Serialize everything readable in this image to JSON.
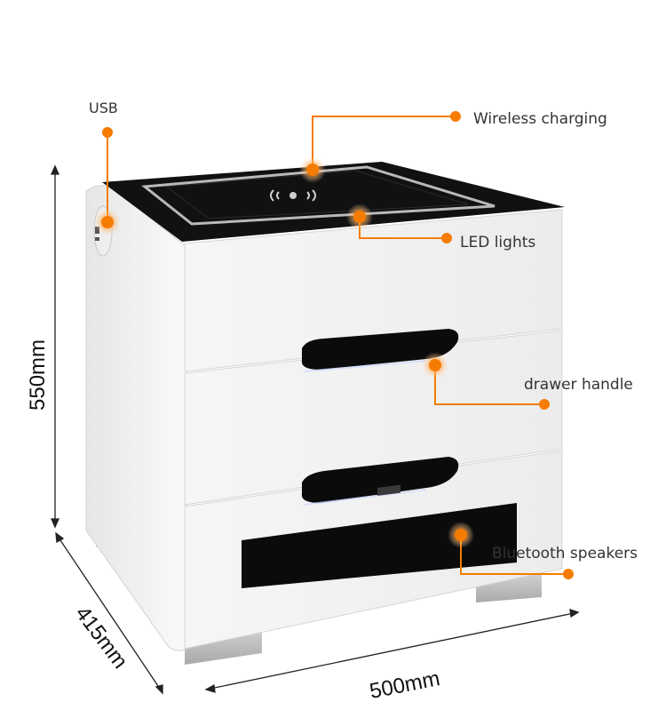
{
  "colors": {
    "accent": "#f57c00",
    "accent_glow": "#ffb366",
    "cabinet": "#f4f4f4",
    "top_glass": "#111111"
  },
  "features": {
    "usb": "USB",
    "wireless_charging": "Wireless charging",
    "led_lights": "LED lights",
    "drawer_handle": "drawer handle",
    "bluetooth_speakers": "Bluetooth speakers"
  },
  "dimensions": {
    "height": "550mm",
    "depth": "415mm",
    "width": "500mm"
  }
}
